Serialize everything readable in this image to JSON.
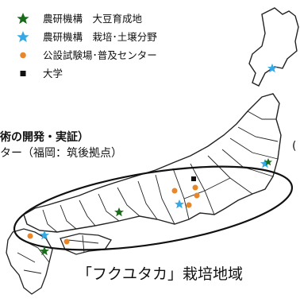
{
  "legend": {
    "items": [
      {
        "label": "農研機構　大豆育成地",
        "color": "#1a6b1a",
        "marker": "star"
      },
      {
        "label": "農研機構　栽培･土壌分野",
        "color": "#35a9e6",
        "marker": "star"
      },
      {
        "label": "公設試験場･普及センター",
        "color": "#e8862a",
        "marker": "circle"
      },
      {
        "label": "大学",
        "color": "#111111",
        "marker": "square"
      }
    ]
  },
  "partial_text": {
    "title": "術の開発・実証）",
    "subtitle": "ター（福岡：筑後拠点）",
    "right_fragment": "("
  },
  "region_label": "「フクユタカ」栽培地域",
  "colors": {
    "border": "#222222",
    "land": "#ffffff",
    "ellipse": "#111111"
  }
}
